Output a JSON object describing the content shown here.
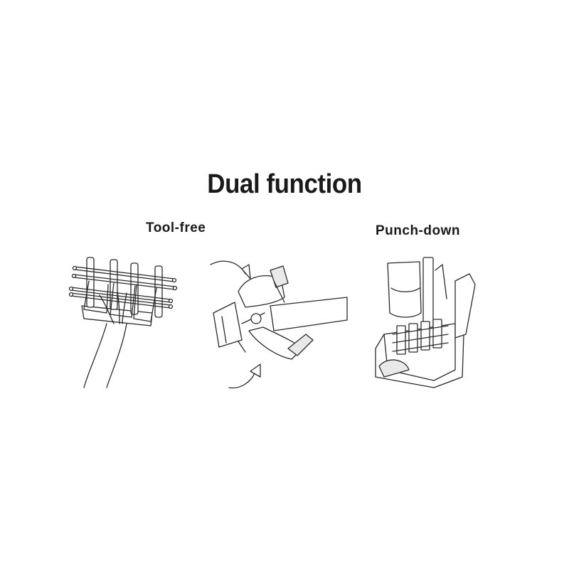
{
  "heading": "Dual function",
  "left_label": "Tool-free",
  "right_label": "Punch-down",
  "icons": [
    "wire-termination-icon",
    "keystone-jack-clamp-icon",
    "punch-down-tool-icon",
    "rotate-arrow-icon"
  ],
  "colors": {
    "line": "#2a2a2a",
    "text": "#1a1a1a",
    "background": "#ffffff"
  }
}
